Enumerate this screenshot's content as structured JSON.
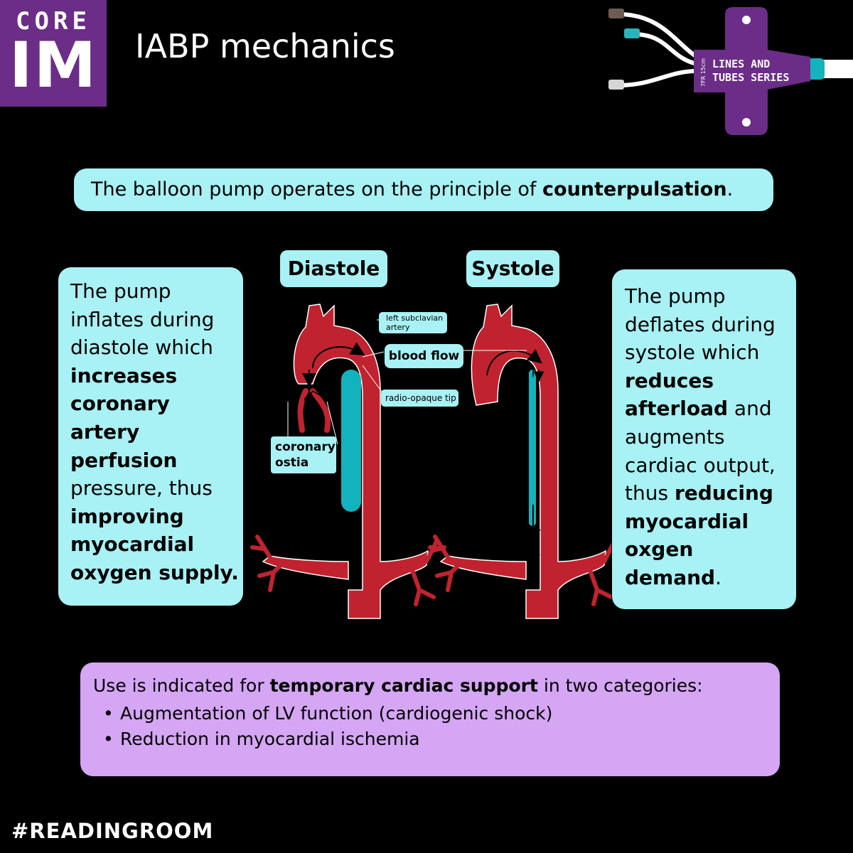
{
  "logo": {
    "top": "CORE",
    "main": "IM"
  },
  "title": "IABP mechanics",
  "series": {
    "size_label": "7FR 15cm",
    "line1": "LINES AND",
    "line2": "TUBES SERIES"
  },
  "principle": {
    "pre": "The balloon pump operates on the principle of ",
    "bold": "counterpulsation",
    "post": "."
  },
  "diastole_card": {
    "t1": "The pump inflates during diastole which ",
    "b1": "increases coronary artery perfusion",
    "t2": " pressure, thus ",
    "b2": "improving myocardial oxygen supply."
  },
  "systole_card": {
    "t1": "The pump deflates during systole which ",
    "b1": "reduces afterload",
    "t2": " and augments cardiac output, thus ",
    "b2": "reducing myocardial oxgen demand",
    "t3": "."
  },
  "diagram": {
    "diastole_label": "Diastole",
    "systole_label": "Systole",
    "left_subclavian_1": "left subclavian",
    "left_subclavian_2": "artery",
    "blood_flow": "blood flow",
    "radio_tip": "radio-opaque tip",
    "ostia_1": "coronary",
    "ostia_2": "ostia"
  },
  "indication": {
    "pre": "Use is indicated for ",
    "bold": "temporary cardiac support",
    "post": " in two categories:",
    "items": [
      "Augmentation of LV function (cardiogenic shock)",
      "Reduction in myocardial ischemia"
    ]
  },
  "hashtag": "#READINGROOM",
  "colors": {
    "brand_purple": "#6b2d87",
    "cyan_card": "#a8f1f4",
    "lavender_card": "#d5a6f4",
    "aorta_red": "#c0232f",
    "balloon_teal": "#13b3bd"
  }
}
